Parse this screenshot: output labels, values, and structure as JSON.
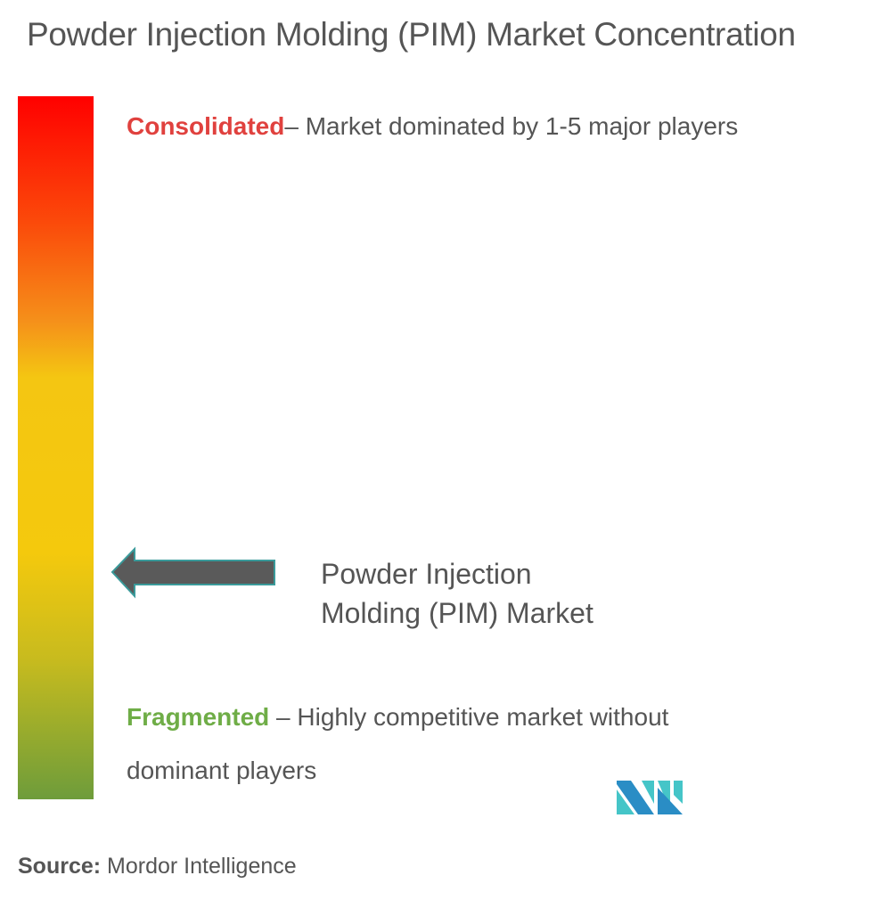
{
  "title": "Powder Injection Molding (PIM) Market Concentration",
  "consolidated": {
    "label": "Consolidated",
    "text": "– Market dominated by 1-5 major players"
  },
  "fragmented": {
    "label": "Fragmented",
    "text": " – Highly competitive market without dominant players"
  },
  "market_marker": {
    "line1": "Powder Injection",
    "line2": "Molding (PIM) Market",
    "concentration_level": 0.34
  },
  "source": {
    "label": "Source:",
    "value": " Mordor Intelligence"
  },
  "logo": {
    "text": "Mordor Intelligence"
  },
  "colors": {
    "consolidated": "#e0413e",
    "fragmented": "#6fad47",
    "arrow": "#5a5a5a",
    "arrow_border": "#3a9a9a",
    "logo_dark": "#2a8dc5",
    "logo_light": "#45c5c8"
  }
}
